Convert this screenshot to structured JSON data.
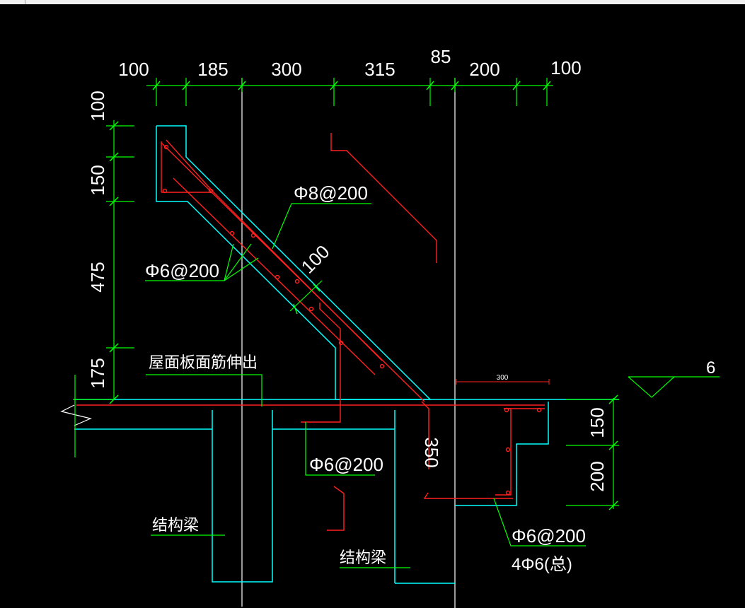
{
  "colors": {
    "background": "#000000",
    "dimension": "#00ff00",
    "outline": "#00ffff",
    "rebar": "#ff2020",
    "centerline": "#ffffff",
    "text": "#ffffff"
  },
  "dimensions": {
    "top": [
      "100",
      "185",
      "300",
      "315",
      "85",
      "200",
      "100"
    ],
    "left": [
      "100",
      "150",
      "475",
      "175"
    ],
    "right": [
      "150",
      "200"
    ],
    "inner_100": "100",
    "inner_350": "350",
    "inner_300": "300"
  },
  "labels": {
    "rebar_slab": "Φ8@200",
    "rebar_left": "Φ6@200",
    "roof_rebar": "屋面板面筋伸出",
    "rebar_mid": "Φ6@200",
    "beam_left": "结构梁",
    "beam_right": "结构梁",
    "rebar_right": "Φ6@200",
    "rebar_total": "4Φ6(总)",
    "elevation": "6"
  }
}
